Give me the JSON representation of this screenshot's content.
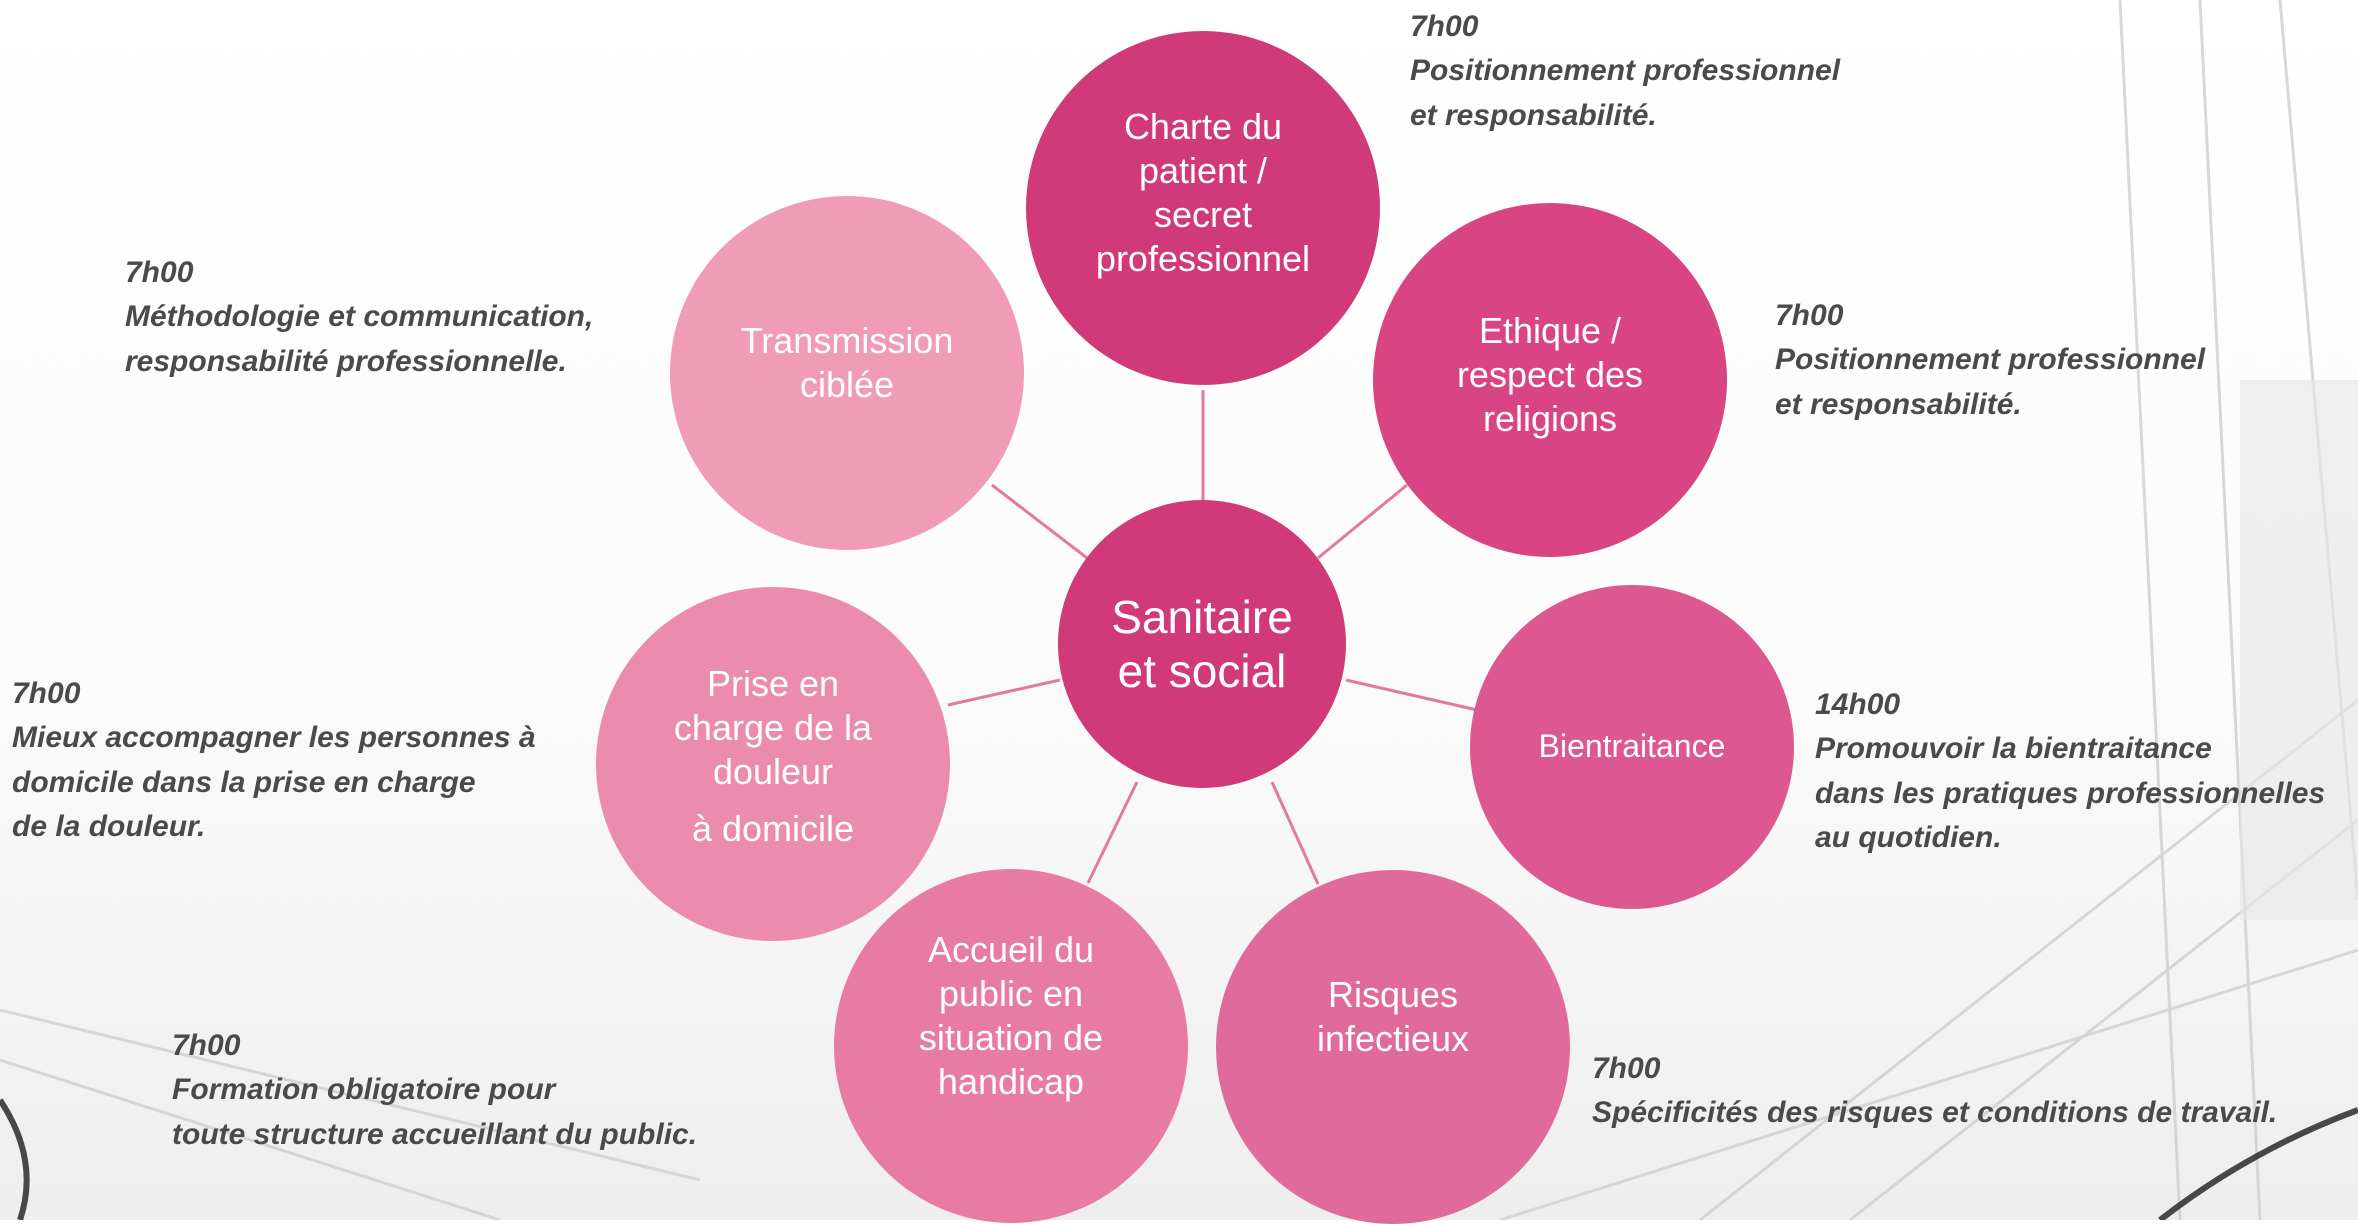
{
  "center": {
    "label_line1": "Sanitaire",
    "label_line2": "et social",
    "color": "#d03a78"
  },
  "nodes": [
    {
      "id": "charte",
      "lines": [
        "Charte du",
        "patient /",
        "secret",
        "professionnel"
      ],
      "color": "#d03a78",
      "note": {
        "duration": "7h00",
        "lines": [
          "Positionnement professionnel",
          "et responsabilité."
        ]
      }
    },
    {
      "id": "ethique",
      "lines": [
        "Ethique /",
        "respect des",
        "religions"
      ],
      "color": "#d94582",
      "note": {
        "duration": "7h00",
        "lines": [
          "Positionnement professionnel",
          "et responsabilité."
        ]
      }
    },
    {
      "id": "bientraitance",
      "lines": [
        "Bientraitance"
      ],
      "color": "#dd5790",
      "note": {
        "duration": "14h00",
        "lines": [
          "Promouvoir la bientraitance",
          "dans les pratiques professionnelles",
          "au quotidien."
        ]
      }
    },
    {
      "id": "risques",
      "lines": [
        "Risques",
        "infectieux"
      ],
      "color": "#e06a99",
      "note": {
        "duration": "7h00",
        "lines": [
          "Spécificités des risques et conditions de travail."
        ]
      }
    },
    {
      "id": "accueil",
      "lines": [
        "Accueil du",
        "public en",
        "situation de",
        "handicap"
      ],
      "color": "#e77ba4",
      "note": {
        "duration": "7h00",
        "lines": [
          "Formation obligatoire pour",
          "toute structure accueillant du public."
        ]
      }
    },
    {
      "id": "douleur",
      "lines": [
        "Prise en",
        "charge de la",
        "douleur",
        "à domicile"
      ],
      "color": "#eb8caf",
      "note": {
        "duration": "7h00",
        "lines": [
          "Mieux accompagner les personnes à",
          "domicile dans la prise en charge",
          "de la douleur."
        ]
      }
    },
    {
      "id": "transmission",
      "lines": [
        "Transmission",
        "ciblée"
      ],
      "color": "#f09cb7",
      "note": {
        "duration": "7h00",
        "lines": [
          "Méthodologie et communication,",
          "responsabilité professionnelle."
        ]
      }
    }
  ]
}
